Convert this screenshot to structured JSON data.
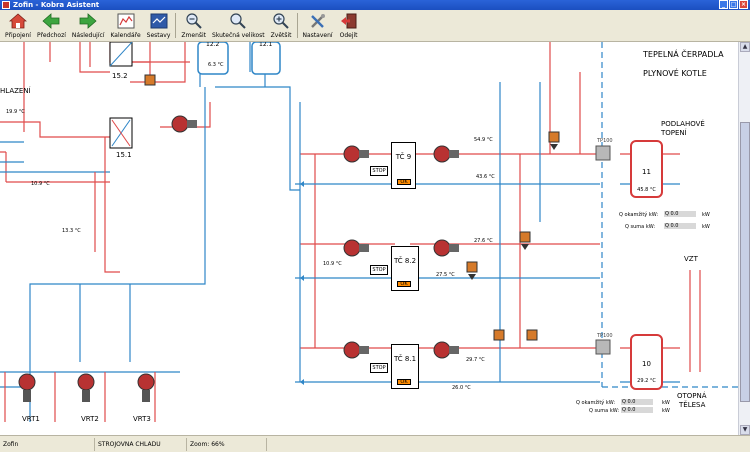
{
  "window": {
    "title": "Zofin - Kobra Asistent"
  },
  "toolbar": {
    "pripojeni": "Připojení",
    "predchozi": "Předchozí",
    "nasledujici": "Následující",
    "kalendare": "Kalendáře",
    "sestavy": "Sestavy",
    "zmensit": "Zmenšit",
    "skutecna": "Skutečná velikost",
    "zvetsit": "Zvětšit",
    "nastaveni": "Nastavení",
    "odejit": "Odejít"
  },
  "diagram": {
    "header1": "TEPELNÁ ČERPADLA",
    "header2": "PLYNOVÉ KOTLE",
    "chlazeni": "HLAZENÍ",
    "tank_12_2": "12.2",
    "tank_12_1": "12.1",
    "temp_6_3": "6.3 °C",
    "hx_15_2": "15.2",
    "hx_15_1": "15.1",
    "temp_19_9": "19.9 °C",
    "temp_10_9a": "10.9 °C",
    "temp_13_3": "13.3 °C",
    "temp_10_9b": "10.9 °C",
    "tc9": "TČ 9",
    "tc82": "TČ 8.2",
    "tc81": "TČ 8.1",
    "stop": "STOP",
    "ok": "OK",
    "temp_54_9": "54.9 °C",
    "temp_43_6": "43.6 °C",
    "temp_27_6": "27.6 °C",
    "temp_27_5": "27.5 °C",
    "temp_29_7": "29.7 °C",
    "temp_26_0": "26.0 °C",
    "tp100a": "TP100",
    "tp100b": "TP100",
    "podlahove1": "PODLAHOVÉ",
    "podlahove2": "TOPENÍ",
    "tank11": "11",
    "temp_45_8": "45.8 °C",
    "q_okamzity": "Q okamžitý kW:",
    "q_suma": "Q suma kW:",
    "q_val_a": "Q 0.0",
    "q_kw_a": "kW",
    "q_val_b": "Q 0.0",
    "q_kw_b": "kW",
    "vzt": "VZT",
    "tank10": "10",
    "temp_29_2": "29.2 °C",
    "q_okamzity2": "Q okamžitý kW:",
    "q_suma2": "Q suma kW:",
    "q_val_c": "Q 0.0",
    "q_kw_c": "kW",
    "q_val_d": "Q 0.0",
    "q_kw_d": "kW",
    "otopna1": "OTOPNÁ",
    "otopna2": "TĚLESA",
    "vrt1": "VRT1",
    "vrt2": "VRT2",
    "vrt3": "VRT3"
  },
  "status": {
    "location": "Zofin",
    "section": "STROJOVNA CHLADU",
    "zoom": "Zoom: 66%"
  },
  "colors": {
    "supply": "#e04b4b",
    "return": "#2f86c7",
    "ok": "#ff8c00"
  }
}
